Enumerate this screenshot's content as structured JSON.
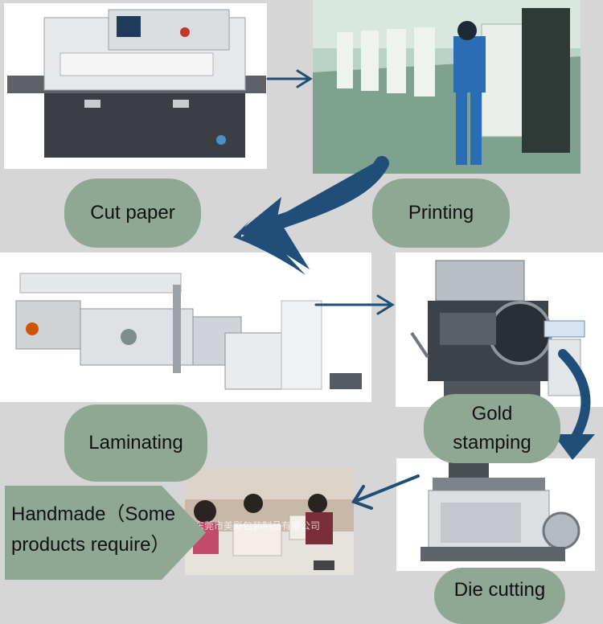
{
  "steps": {
    "cut_paper": "Cut paper",
    "printing": "Printing",
    "laminating": "Laminating",
    "gold_stamping_line1": "Gold",
    "gold_stamping_line2": "stamping",
    "die_cutting": "Die cutting",
    "handmade_line1": "Handmade（Some",
    "handmade_line2": "products require）"
  },
  "photos": {
    "cutter": "paper-cutting-machine",
    "press": "offset-printing-press",
    "laminator": "laminating-machine",
    "stamper": "hot-foil-stamping-machine",
    "diecutter": "die-cutting-machine",
    "workshop": "handwork-workshop"
  },
  "watermark": "东莞市美彩包装制品有限公司",
  "colors": {
    "background": "#d6d6d6",
    "pill": "#8fa894",
    "arrow": "#1f4e79"
  }
}
